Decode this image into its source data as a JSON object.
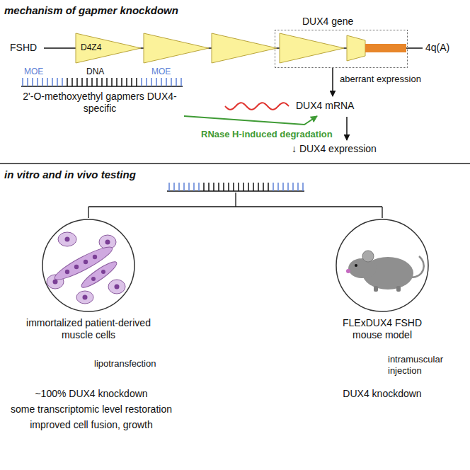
{
  "diagram": {
    "nodes": [
      {
        "text": [
          "D4Z4"
        ]
      },
      {
        "text": [
          "DUX4 gene"
        ]
      },
      {
        "text": [
          "MOE",
          "DNA",
          "MOE",
          "2'-O-methoxyethyl gapmers DUX4-specific"
        ]
      },
      {
        "text": [
          "DUX4 mRNA"
        ]
      },
      {
        "text": [
          "immortalized patient-derived muscle cells"
        ]
      },
      {
        "text": [
          "FLExDUX4 FSHD mouse model"
        ]
      }
    ],
    "edges": [
      {
        "from": 1,
        "to": 3,
        "label": "aberrant expression",
        "arrow": "to"
      },
      {
        "from": 2,
        "to": 3,
        "label": "RNase H-induced degradation",
        "arrow": "to"
      }
    ],
    "labels": [
      "mechanism of gapmer knockdown",
      "FSHD",
      "4q(A)",
      "↓ DUX4 expression",
      "in vitro and in vivo testing",
      "lipotransfection",
      "intramuscular injection",
      "~100% DUX4 knockdown",
      "some transcriptomic level restoration",
      "improved cell fusion, growth",
      "DUX4 knockdown"
    ]
  }
}
